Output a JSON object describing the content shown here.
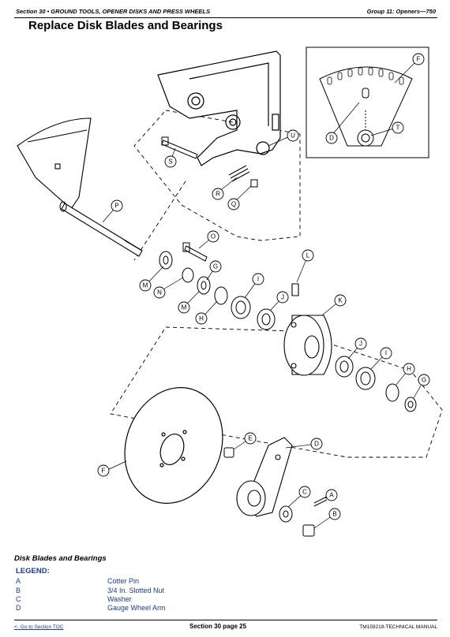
{
  "header": {
    "left": "Section 30 • GROUND TOOLS, OPENER DISKS AND PRESS WHEELS",
    "right": "Group 11: Openers—750"
  },
  "title": "Replace Disk Blades and Bearings",
  "figure": {
    "callouts": [
      "A",
      "B",
      "C",
      "D",
      "E",
      "F",
      "G",
      "H",
      "I",
      "J",
      "K",
      "L",
      "M",
      "N",
      "O",
      "P",
      "Q",
      "R",
      "S",
      "T",
      "U"
    ]
  },
  "caption": "Disk Blades and Bearings",
  "legend": {
    "title": "LEGEND:",
    "items": [
      {
        "key": "A",
        "label": "Cotter Pin"
      },
      {
        "key": "B",
        "label": "3/4 In. Slotted Nut"
      },
      {
        "key": "C",
        "label": "Washer"
      },
      {
        "key": "D",
        "label": "Gauge Wheel Arm"
      }
    ]
  },
  "footer": {
    "toc_link": "<- Go to Section TOC",
    "page": "Section 30 page 25",
    "manual": "TM159219-TECHNICAL MANUAL"
  }
}
